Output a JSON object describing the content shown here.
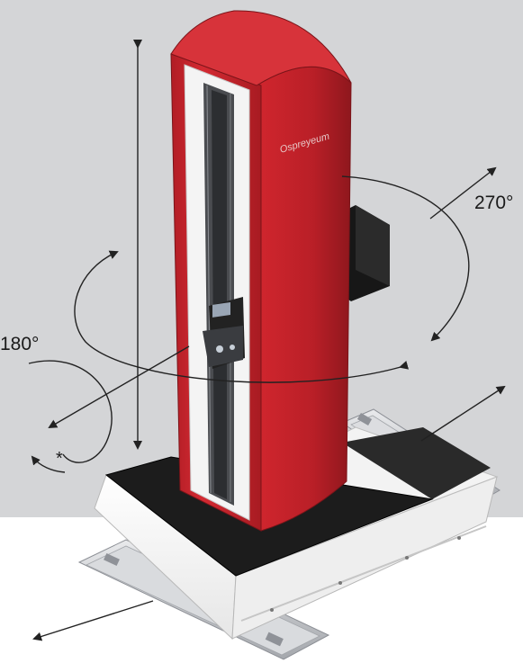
{
  "labels": {
    "rotation_270": "270°",
    "rotation_180": "180°",
    "star": "*"
  },
  "brand_text": "Ospreyeum",
  "colors": {
    "background_top": "#d4d5d7",
    "background_bottom": "#ffffff",
    "column_red": "#c8242c",
    "column_red_dark": "#8f1a1f",
    "base_mat": "#1b1b1b",
    "rails": "#bfc2c6",
    "arrow": "#222222"
  }
}
